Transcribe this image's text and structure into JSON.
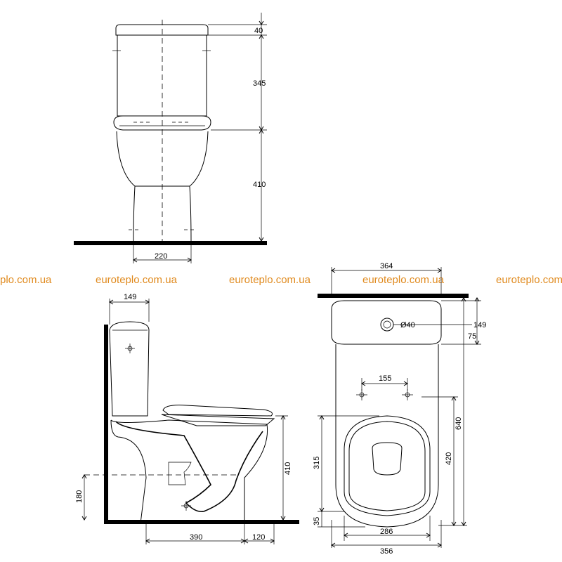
{
  "watermark": {
    "text": "euroteplo.com.ua",
    "text_left": "plo.com.ua"
  },
  "front_view": {
    "dims": {
      "lid": "40",
      "tank": "345",
      "bowl_height": "410",
      "base_width": "220"
    }
  },
  "side_view": {
    "dims": {
      "tank_depth": "149",
      "seat_height": "410",
      "outlet_height": "180",
      "outlet_distance": "390",
      "base_offset": "120"
    }
  },
  "top_view": {
    "dims": {
      "tank_width": "364",
      "tank_depth": "149",
      "tank_offset": "75",
      "button_diameter": "Ø40",
      "fixing_span": "155",
      "total_length": "640",
      "bowl_length": "420",
      "seat_length": "315",
      "rim_offset": "35",
      "base_width": "286",
      "bowl_width": "356"
    }
  }
}
